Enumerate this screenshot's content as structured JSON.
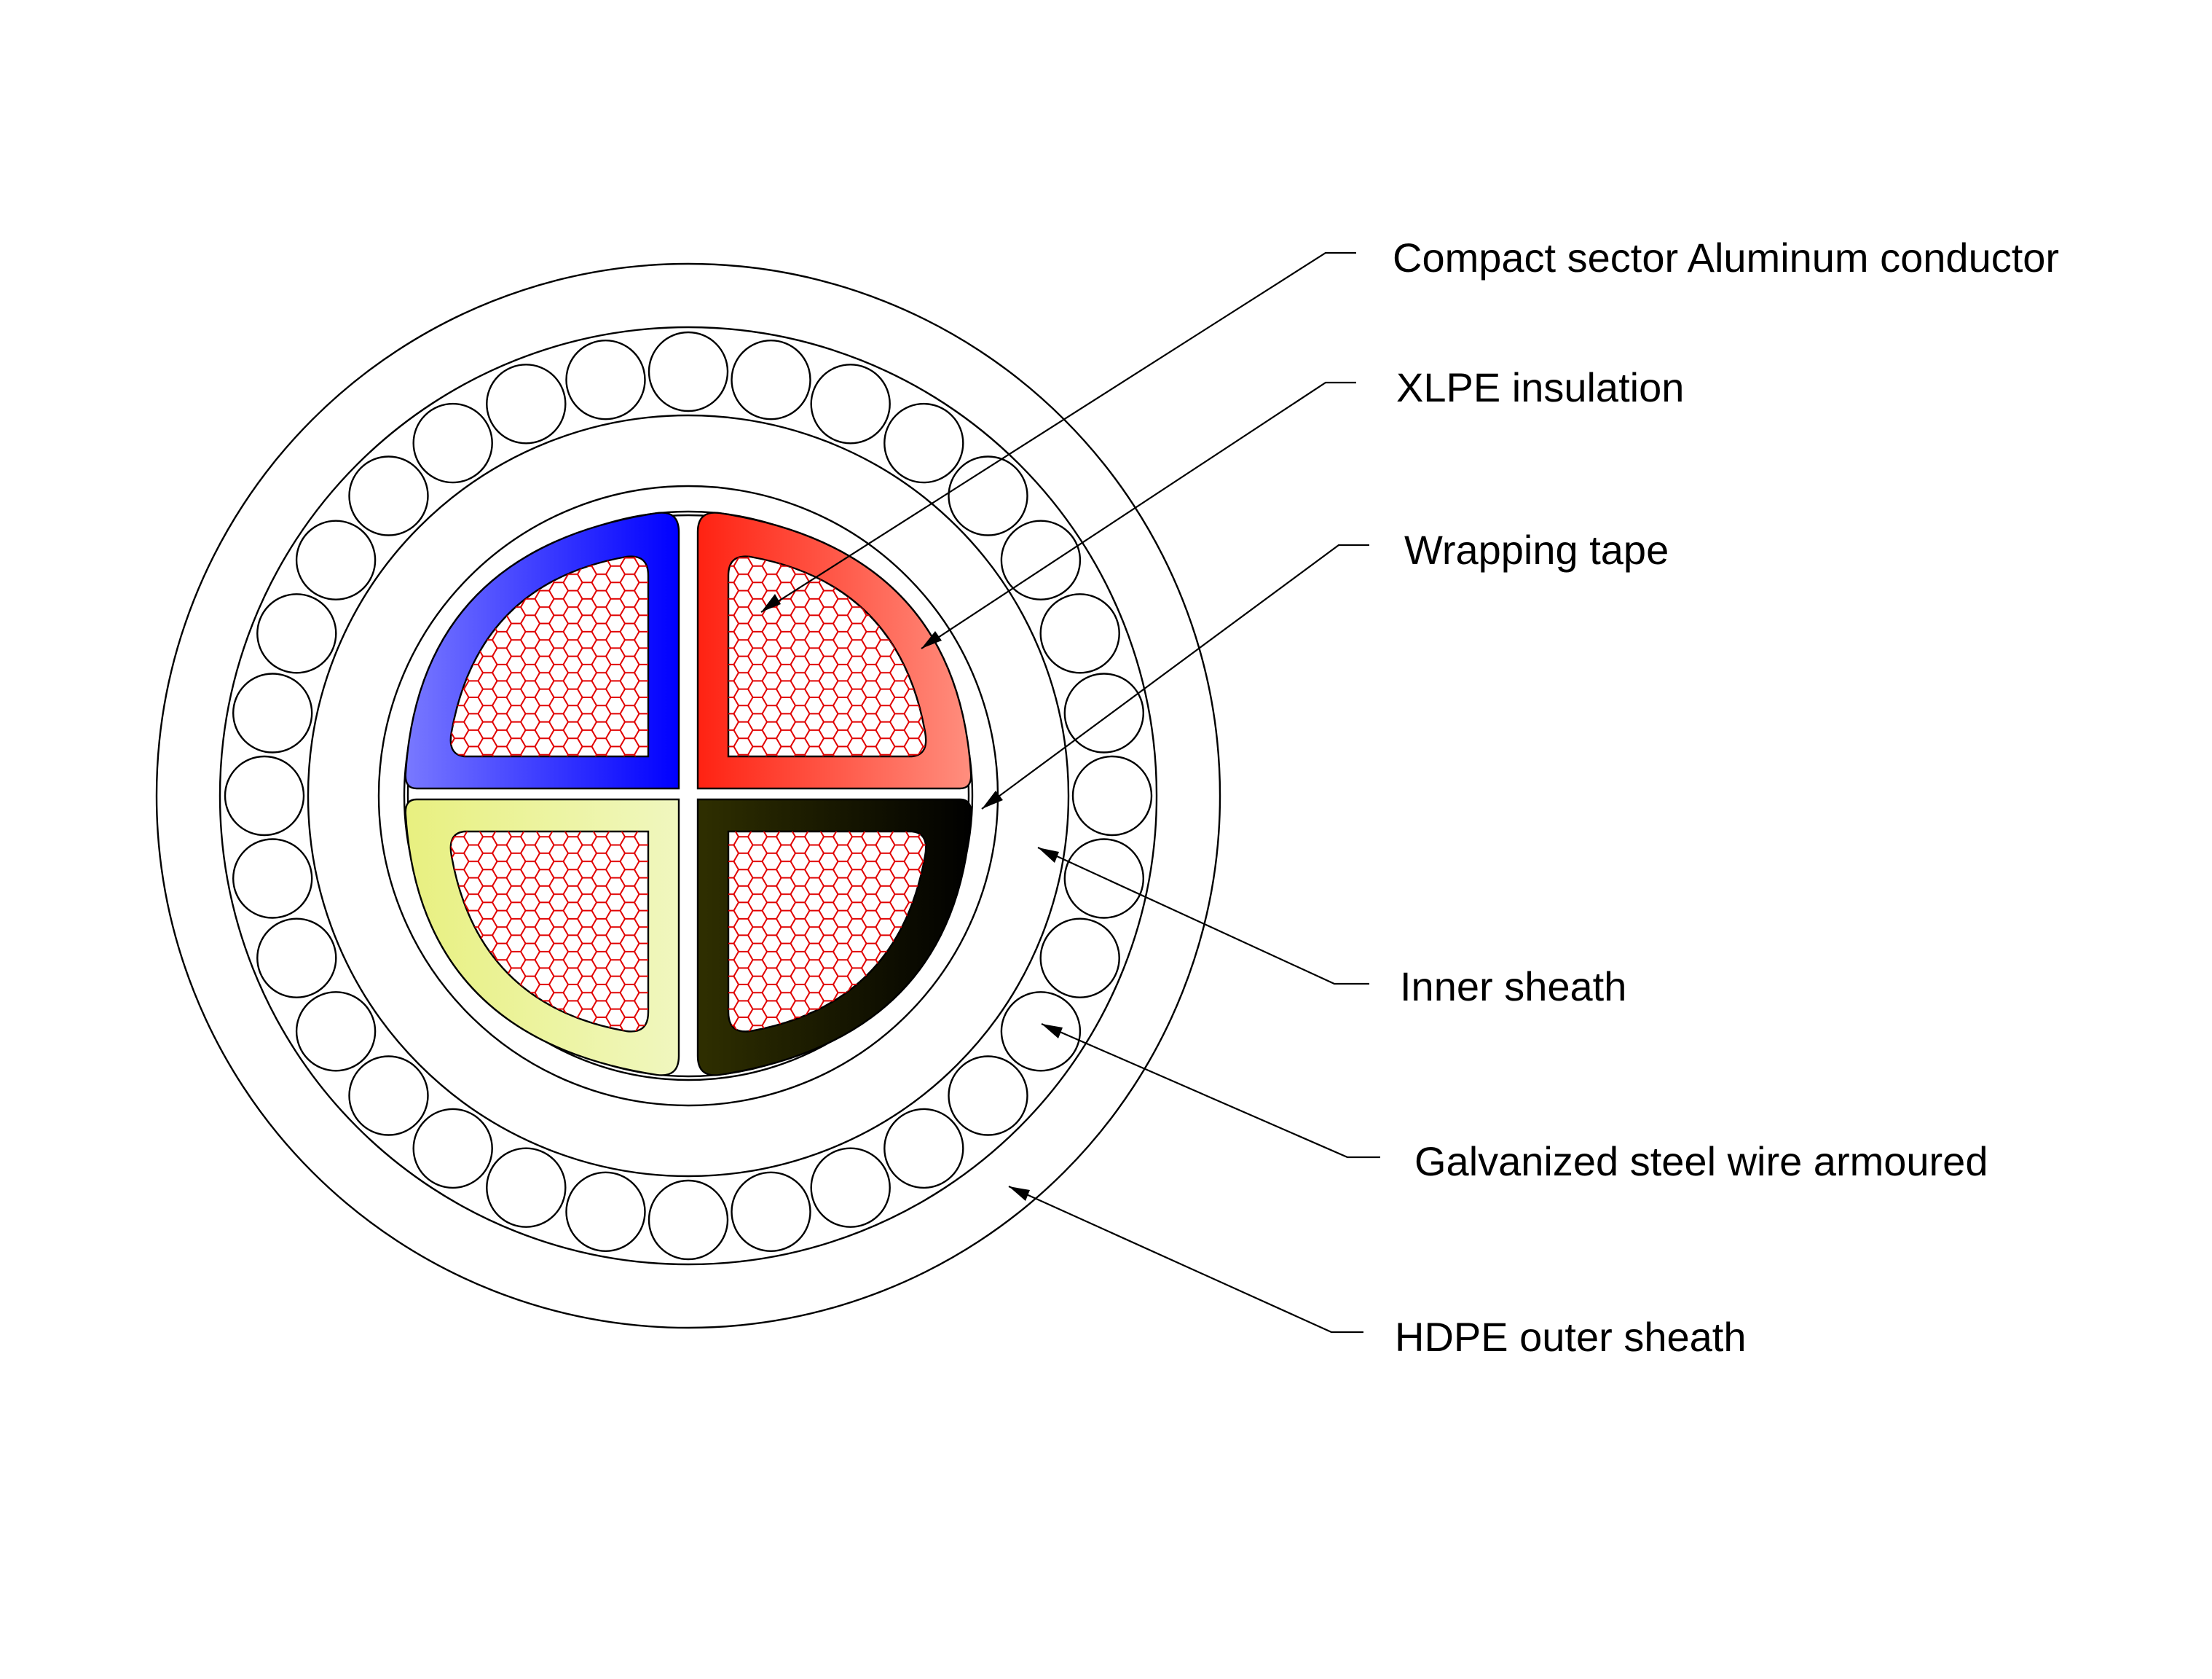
{
  "labels": {
    "conductor": "Compact sector Aluminum conductor",
    "insulation": "XLPE insulation",
    "wrapping_tape": "Wrapping tape",
    "inner_sheath": "Inner sheath",
    "armour": "Galvanized steel wire armoured",
    "outer_sheath": "HDPE outer sheath"
  },
  "cable": {
    "armour_wire_count": 32,
    "cores": [
      {
        "quadrant": "top-left",
        "color_light": "#7878ff",
        "color_dark": "#0000ff"
      },
      {
        "quadrant": "top-right",
        "color_light": "#ff9080",
        "color_dark": "#ff2010"
      },
      {
        "quadrant": "bottom-left",
        "color_light": "#f0f7c0",
        "color_dark": "#e8f080"
      },
      {
        "quadrant": "bottom-right",
        "color_light": "#303000",
        "color_dark": "#000000"
      }
    ],
    "conductor_hex_color": "#e00000",
    "line_color": "#000000"
  }
}
